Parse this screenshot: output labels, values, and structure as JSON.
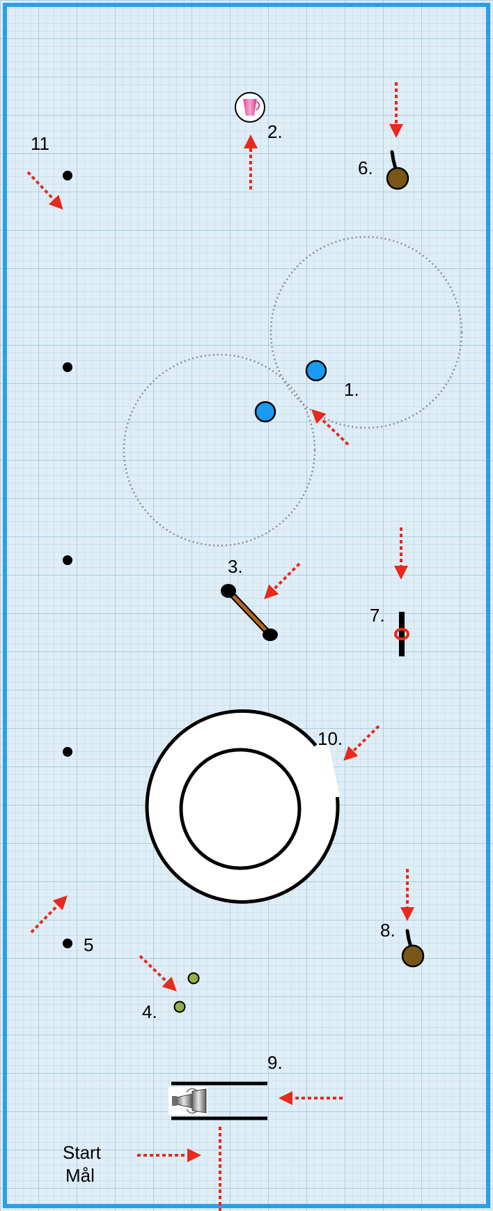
{
  "colors": {
    "grid_bg": "#dfeef6",
    "grid_minor": "#bcd6e4",
    "grid_major": "#9cc0d6",
    "frame": "#2c9ee8",
    "arrow": "#e8291c",
    "ball_blue": "#1a9af0",
    "ball_green": "#8fb04a",
    "stick_brown": "#b5651d",
    "knob_brown": "#7a5518",
    "ring_dotted": "#8a8a8a"
  },
  "labels": {
    "station_1": "1.",
    "station_2": "2.",
    "station_3": "3.",
    "station_4": "4.",
    "station_5": "5",
    "station_6": "6.",
    "station_7": "7.",
    "station_8": "8.",
    "station_9": "9.",
    "station_10": "10.",
    "station_11": "11",
    "start": "Start",
    "goal": "Mål"
  },
  "icons": {
    "station_2": "cup-icon",
    "station_9": "trophy-icon"
  }
}
